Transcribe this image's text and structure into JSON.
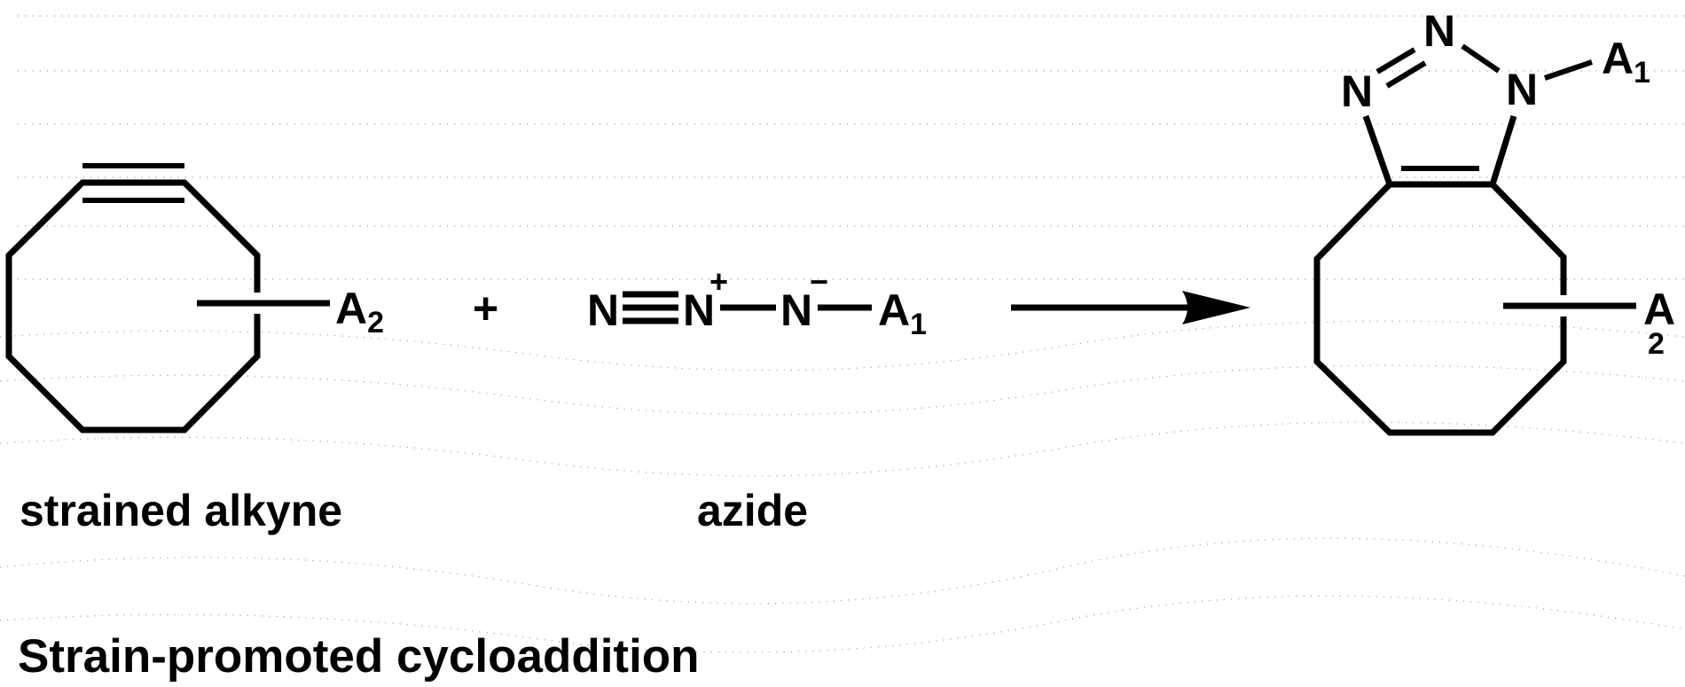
{
  "figure": {
    "caption": "Strain-promoted cycloaddition",
    "reactant_1": {
      "label": "strained alkyne",
      "substituent": "A",
      "substituent_subscript": "2"
    },
    "operator": "+",
    "reactant_2": {
      "label": "azide",
      "atoms": [
        "N",
        "N",
        "N"
      ],
      "charges": [
        "+",
        "−"
      ],
      "substituent": "A",
      "substituent_subscript": "1"
    },
    "arrow": "reaction-arrow",
    "product": {
      "ring_atoms": [
        "N",
        "N",
        "N"
      ],
      "substituent_1": "A",
      "substituent_1_subscript": "1",
      "substituent_2": "A",
      "substituent_2_subscript": "2"
    },
    "colors": {
      "ink": "#000000",
      "background": "#ffffff"
    }
  }
}
